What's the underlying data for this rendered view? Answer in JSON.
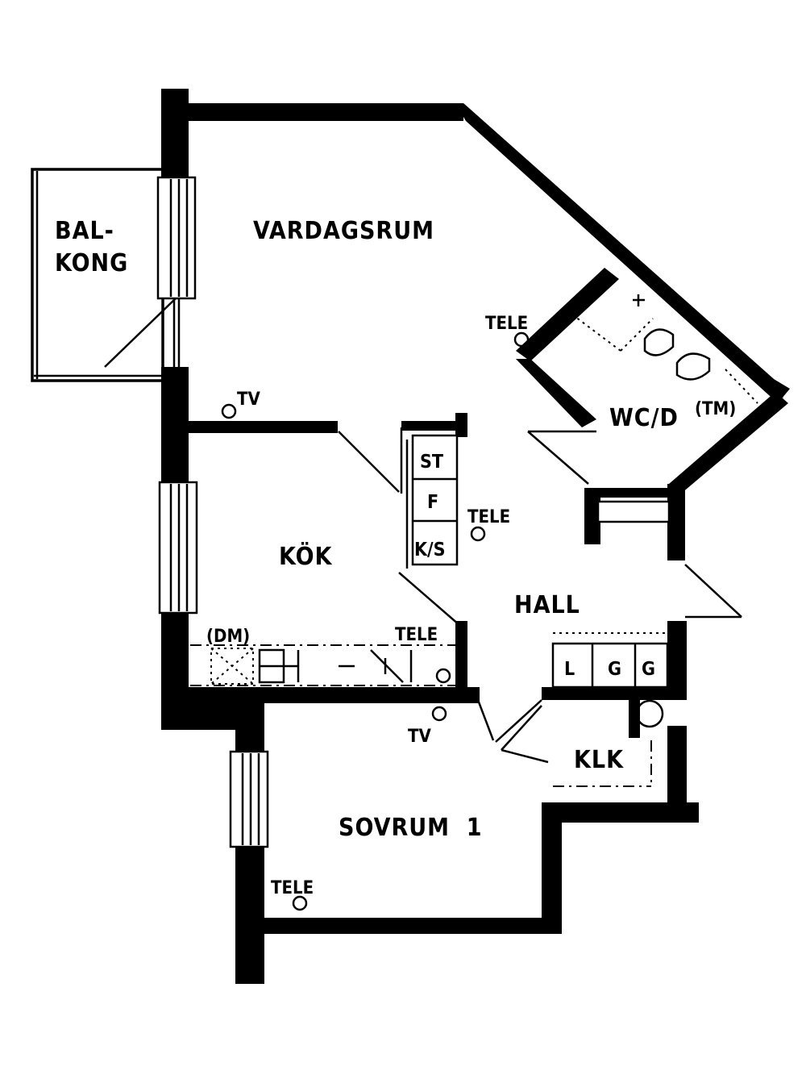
{
  "rooms": {
    "vardagsrum": "VARDAGSRUM",
    "balkong_1": "BAL-",
    "balkong_2": "KONG",
    "kok": "KÖK",
    "wc": "WC/D",
    "hall": "HALL",
    "klk": "KLK",
    "sovrum": "SOVRUM  1"
  },
  "symbols": {
    "tele": "TELE",
    "tv": "TV",
    "tm": "(TM)",
    "dm": "(DM)",
    "st": "ST",
    "f": "F",
    "ks": "K/S",
    "l": "L",
    "g": "G"
  }
}
